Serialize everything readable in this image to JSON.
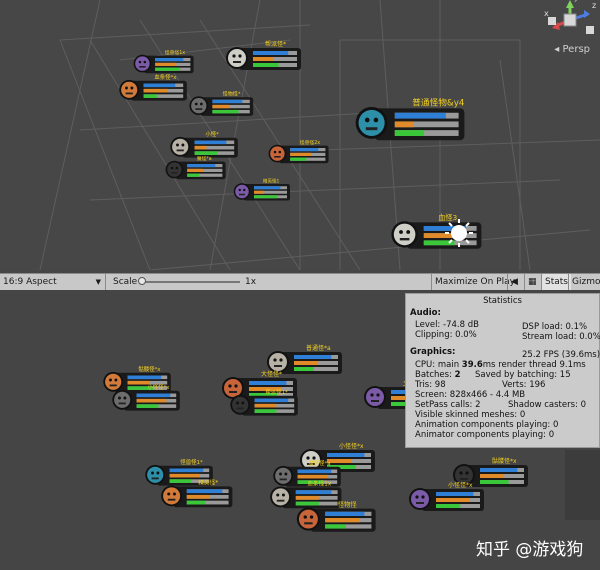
{
  "scene_view": {
    "projection_label": "Persp",
    "gizmo_axes": {
      "x": "x",
      "y": "y",
      "z": "z"
    },
    "monster_labels": [
      "怪兽怪1x",
      "帮派怪*",
      "普通怪物&y4",
      "血条怪*x",
      "怪物怪*",
      "小怪*",
      "怪兽怪2x",
      "魔怪*a",
      "精英怪1",
      "血怪3"
    ]
  },
  "game_toolbar": {
    "aspect": "16:9 Aspect",
    "scale_label": "Scale",
    "scale_value": "1x",
    "maximize_on_play": "Maximize On Play",
    "stats": "Stats",
    "gizmos": "Gizmos"
  },
  "game_view": {
    "monster_labels": [
      "骷髅怪*x",
      "小怪怪*x",
      "普通怪*a",
      "大怪怪*",
      "帮派怪1*",
      "主怪怪*a",
      "小怪怪*x",
      "怪兽怪1*",
      "精英怪*",
      "魔怪怪*a",
      "血条怪1x",
      "怪物怪"
    ]
  },
  "stats": {
    "title": "Statistics",
    "audio_header": "Audio:",
    "level": "Level: -74.8 dB",
    "clipping": "Clipping: 0.0%",
    "dsp_load": "DSP load: 0.1%",
    "stream_load": "Stream load: 0.0%",
    "graphics_header": "Graphics:",
    "fps": "25.2 FPS (39.6ms)",
    "cpu_main_label": "CPU: main",
    "cpu_main_value": "39.6",
    "cpu_render": "ms  render thread 9.1ms",
    "batches_label": "Batches:",
    "batches_value": "2",
    "saved_by_batching": "Saved by batching: 15",
    "tris": "Tris: 98",
    "verts": "Verts: 196",
    "screen": "Screen: 828x466 - 4.4 MB",
    "setpass": "SetPass calls: 2",
    "shadow_casters": "Shadow casters: 0",
    "visible_skinned": "Visible skinned meshes: 0",
    "animation_components": "Animation components playing: 0",
    "animator_components": "Animator components playing: 0"
  },
  "watermark": "知乎 @游戏狗",
  "colors": {
    "health_green": "#3ac83a",
    "mana_blue": "#2f7fd6",
    "energy_orange": "#e08a2a",
    "label_yellow": "#f2d020",
    "bar_frame": "#1b1b1b"
  }
}
